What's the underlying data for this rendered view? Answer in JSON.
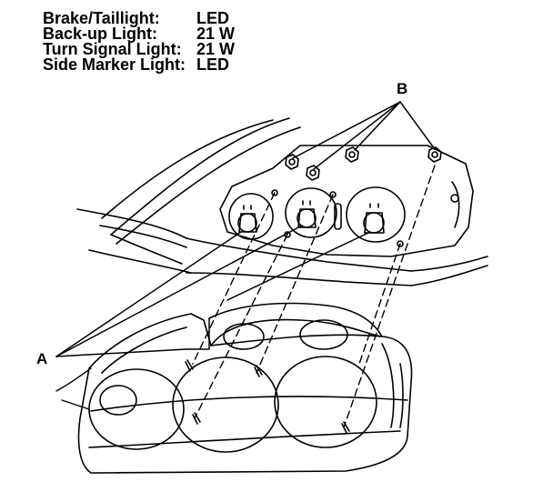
{
  "specs": [
    {
      "label": "Brake/Taillight:",
      "value": "LED"
    },
    {
      "label": "Back-up Light:",
      "value": "21 W"
    },
    {
      "label": "Turn Signal Light:",
      "value": "21 W"
    },
    {
      "label": "Side Marker Light:",
      "value": "LED"
    }
  ],
  "callouts": {
    "a": "A",
    "b": "B"
  }
}
